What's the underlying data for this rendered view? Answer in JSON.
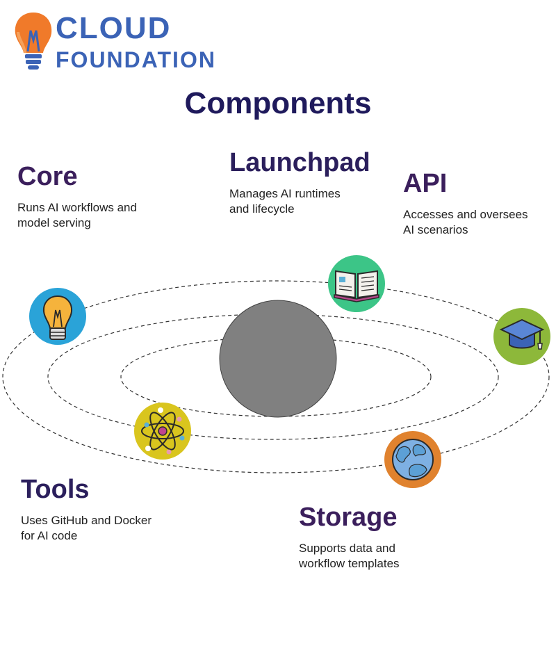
{
  "logo": {
    "line1": "CLOUD",
    "line2": "FOUNDATION"
  },
  "title": "Components",
  "components": {
    "core": {
      "title": "Core",
      "desc_line1": "Runs AI workflows and",
      "desc_line2": "model serving",
      "color": "#3b1f5c"
    },
    "launchpad": {
      "title": "Launchpad",
      "desc_line1": "Manages AI runtimes",
      "desc_line2": "and lifecycle",
      "color": "#2b1f5c"
    },
    "api": {
      "title": "API",
      "desc_line1": "Accesses and oversees",
      "desc_line2": "AI scenarios",
      "color": "#3b1f5c"
    },
    "tools": {
      "title": "Tools",
      "desc_line1": "Uses GitHub and Docker",
      "desc_line2": "for AI code",
      "color": "#2b1f5c"
    },
    "storage": {
      "title": "Storage",
      "desc_line1": "Supports data and",
      "desc_line2": "workflow templates",
      "color": "#3b1f5c"
    }
  },
  "icons": {
    "core": "lightbulb-icon",
    "launchpad": "open-book-icon",
    "api": "graduation-cap-icon",
    "tools": "atom-icon",
    "storage": "globe-icon"
  },
  "colors": {
    "core_circle": "#2aa3d8",
    "launchpad_circle": "#3cc587",
    "api_circle": "#8db83a",
    "tools_circle": "#d9c51e",
    "storage_circle": "#e0822e",
    "center": "#808080"
  }
}
